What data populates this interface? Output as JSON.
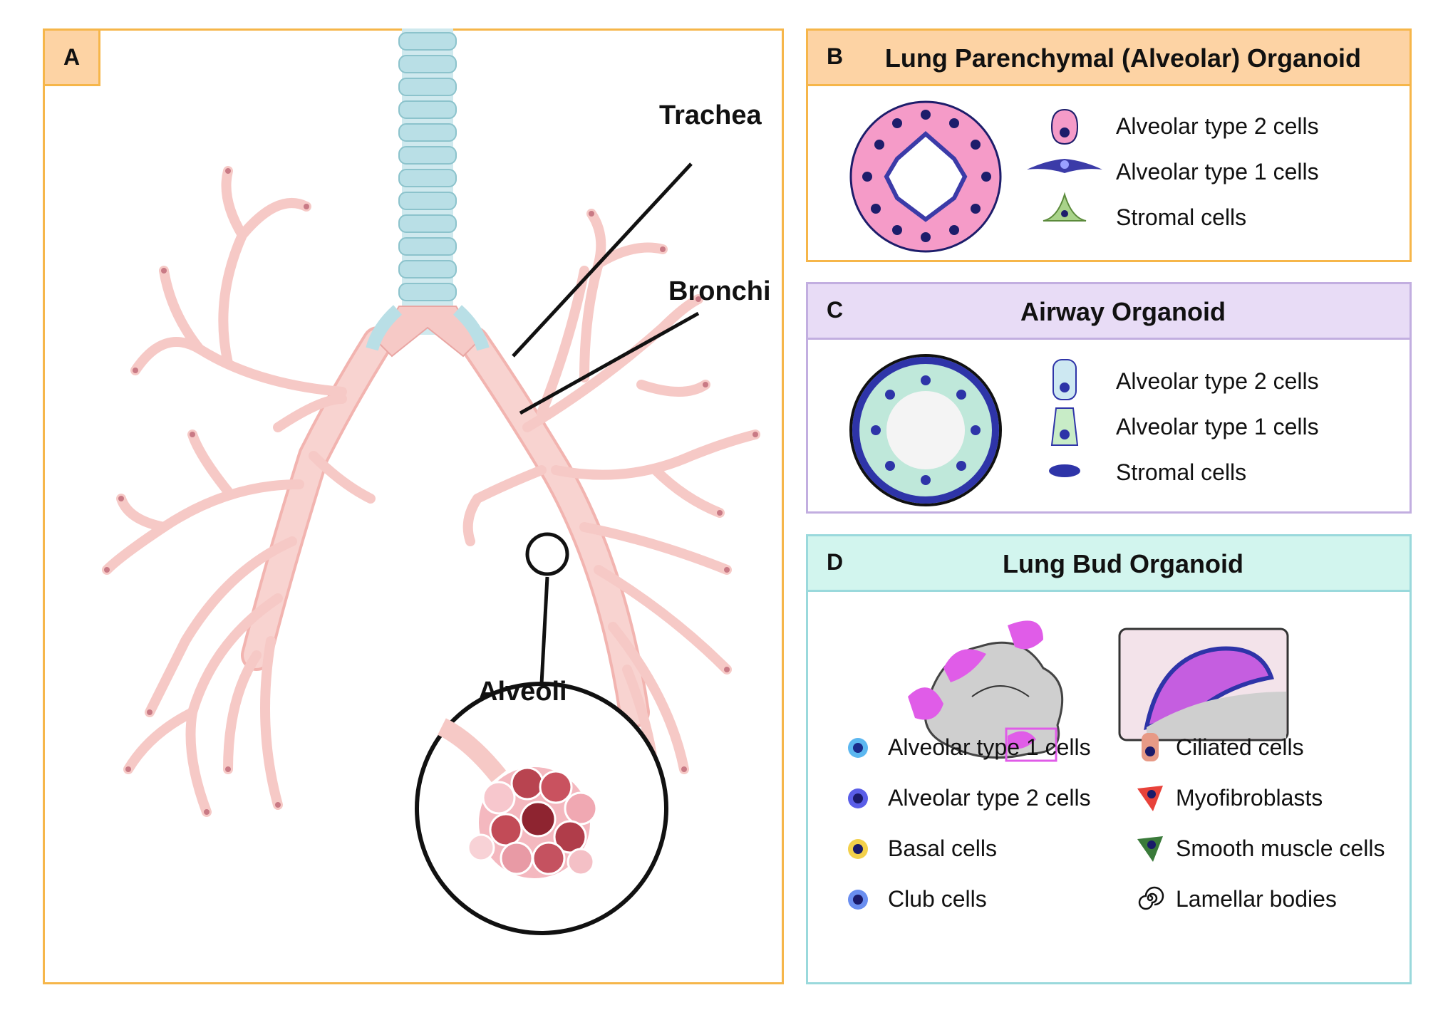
{
  "panel_a": {
    "letter": "A",
    "labels": {
      "trachea": "Trachea",
      "bronchi": "Bronchi",
      "alveoli": "Alveoli"
    }
  },
  "panel_b": {
    "letter": "B",
    "title": "Lung Parenchymal (Alveolar) Organoid",
    "legend": [
      "Alveolar type 2 cells",
      "Alveolar type 1 cells",
      "Stromal cells"
    ]
  },
  "panel_c": {
    "letter": "C",
    "title": "Airway Organoid",
    "legend": [
      "Alveolar type 2 cells",
      "Alveolar type 1 cells",
      "Stromal cells"
    ]
  },
  "panel_d": {
    "letter": "D",
    "title": "Lung Bud Organoid",
    "legend_left": [
      "Alveolar type 1 cells",
      "Alveolar type 2 cells",
      "Basal cells",
      "Club cells"
    ],
    "legend_right": [
      "Ciliated cells",
      "Myofibroblasts",
      "Smooth muscle cells",
      "Lamellar bodies"
    ]
  },
  "colors": {
    "orange_border": "#f6b64a",
    "purple_border": "#c2aee0",
    "teal_border": "#9ad9dc",
    "airway_pink": "#f6c9c6",
    "trachea_ring": "#b9dfe6",
    "at2_pink": "#f59bc8",
    "at1_blue": "#3b3ba8",
    "stromal_green": "#a9d38a",
    "magenta": "#e05ce8"
  }
}
